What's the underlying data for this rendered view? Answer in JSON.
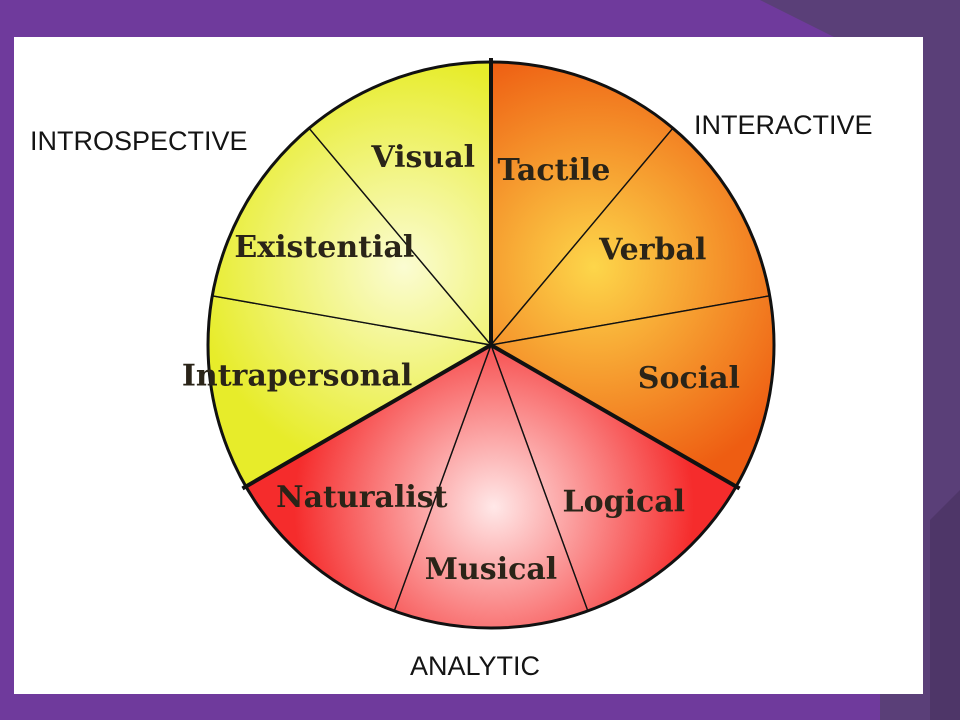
{
  "groups": {
    "introspective": "INTROSPECTIVE",
    "interactive": "INTERACTIVE",
    "analytic": "ANALYTIC"
  },
  "segments": [
    {
      "id": "tactile",
      "label": "Tactile",
      "group": "interactive"
    },
    {
      "id": "verbal",
      "label": "Verbal",
      "group": "interactive"
    },
    {
      "id": "social",
      "label": "Social",
      "group": "interactive"
    },
    {
      "id": "logical",
      "label": "Logical",
      "group": "analytic"
    },
    {
      "id": "musical",
      "label": "Musical",
      "group": "analytic"
    },
    {
      "id": "naturalist",
      "label": "Naturalist",
      "group": "analytic"
    },
    {
      "id": "intrapersonal",
      "label": "Intrapersonal",
      "group": "introspective"
    },
    {
      "id": "existential",
      "label": "Existential",
      "group": "introspective"
    },
    {
      "id": "visual",
      "label": "Visual",
      "group": "introspective"
    }
  ],
  "colors": {
    "slide_background": "#6f3a9c",
    "slide_background_dark": "#5a3f78",
    "introspective_light": "#fbfcd2",
    "introspective_dark": "#e7ec2a",
    "interactive_light": "#fdd64a",
    "interactive_dark": "#ee5d12",
    "analytic_light": "#ffe8e8",
    "analytic_dark": "#f52c2c",
    "outline": "#111111"
  }
}
